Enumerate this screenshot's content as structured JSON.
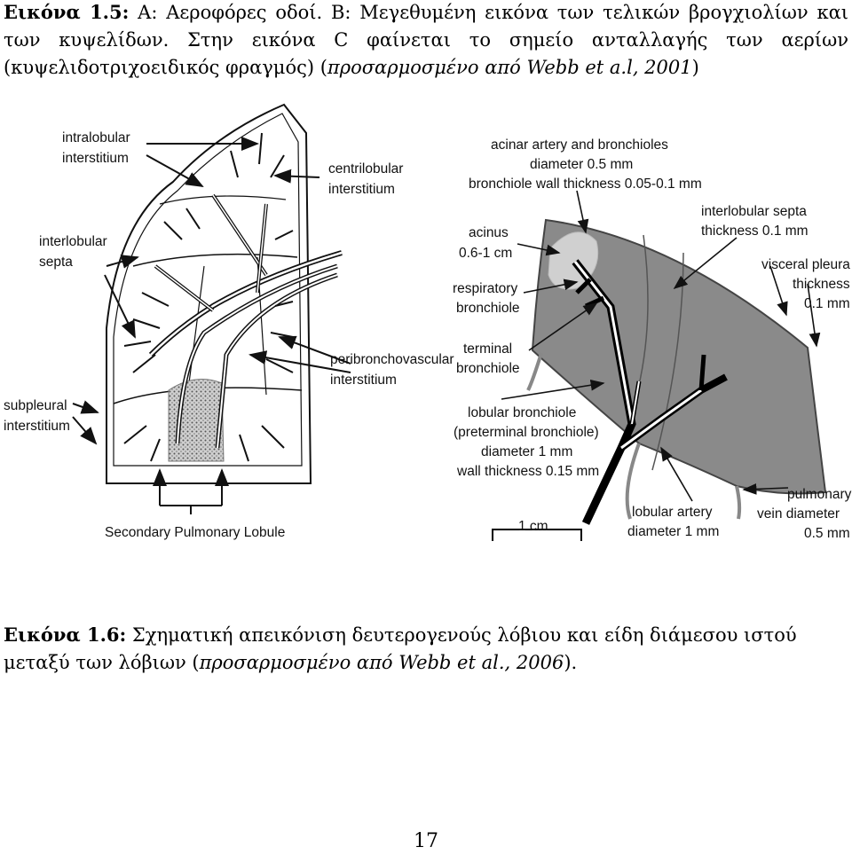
{
  "caption1": {
    "label": "Εικόνα 1.5:",
    "text": " Α: Αεροφόρες οδοί. Β: Μεγεθυμένη εικόνα των τελικών βρογχιολίων και των κυψελίδων. Στην εικόνα C φαίνεται το σημείο ανταλλαγής των αερίων (κυψελιδοτριχοειδικός φραγμός) (",
    "citation": "προσαρμοσμένο από Webb et a.l, 2001",
    "close": ")"
  },
  "figure_left": {
    "labels": {
      "intralobular_1": "intralobular",
      "intralobular_2": "interstitium",
      "centrilobular_1": "centrilobular",
      "centrilobular_2": "interstitium",
      "interlobular_1": "interlobular",
      "interlobular_2": "septa",
      "peribronch_1": "peribronchovascular",
      "peribronch_2": "interstitium",
      "subpleural_1": "subpleural",
      "subpleural_2": "interstitium",
      "secondary": "Secondary Pulmonary Lobule"
    }
  },
  "figure_right": {
    "labels": {
      "acinar_1": "acinar artery and bronchioles",
      "acinar_2": "diameter 0.5 mm",
      "acinar_3": "bronchiole wall thickness 0.05-0.1 mm",
      "acinus_1": "acinus",
      "acinus_2": "0.6-1 cm",
      "interlob_1": "interlobular septa",
      "interlob_2": "thickness 0.1 mm",
      "pleura_1": "visceral pleura",
      "pleura_2": "thickness",
      "pleura_3": "0.1 mm",
      "resp_1": "respiratory",
      "resp_2": "bronchiole",
      "term_1": "terminal",
      "term_2": "bronchiole",
      "lobbr_1": "lobular bronchiole",
      "lobbr_2": "(preterminal bronchiole)",
      "lobbr_3": "diameter 1 mm",
      "lobbr_4": "wall thickness 0.15 mm",
      "scale": "1 cm",
      "lobart_1": "lobular artery",
      "lobart_2": "diameter 1 mm",
      "pulm_1": "pulmonary",
      "pulm_2": "vein diameter",
      "pulm_3": "0.5 mm"
    }
  },
  "caption2": {
    "label": "Εικόνα 1.6:",
    "text": " Σχηματική απεικόνιση δευτερογενούς λόβιου και είδη διάμεσου ιστού μεταξύ των λόβιων (",
    "citation": "προσαρμοσμένο από Webb et al., 2006",
    "close": ")."
  },
  "page_number": "17"
}
